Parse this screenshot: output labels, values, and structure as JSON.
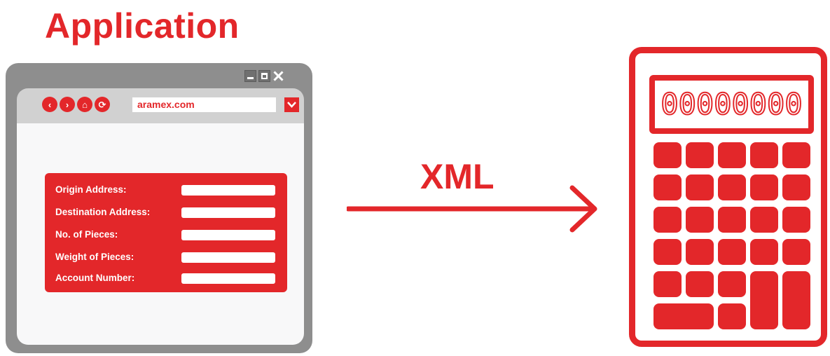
{
  "title": "Application",
  "browser": {
    "address": "aramex.com",
    "nav_icons": [
      "back-icon",
      "forward-icon",
      "home-icon",
      "refresh-icon"
    ],
    "window_controls": [
      "minimize-icon",
      "maximize-icon",
      "close-icon"
    ]
  },
  "form": {
    "fields": [
      {
        "label": "Origin Address:"
      },
      {
        "label": "Destination Address:"
      },
      {
        "label": "No. of Pieces:"
      },
      {
        "label": "Weight of Pieces:"
      },
      {
        "label": "Account Number:"
      }
    ]
  },
  "connector": {
    "label": "XML",
    "icon": "right-arrow-icon"
  },
  "calculator": {
    "display": "00000000",
    "icon": "calculator-icon"
  },
  "colors": {
    "accent": "#e3272a",
    "frame": "#8e8e8e",
    "toolbar": "#d1d1d1",
    "page": "#f8f8f9"
  }
}
